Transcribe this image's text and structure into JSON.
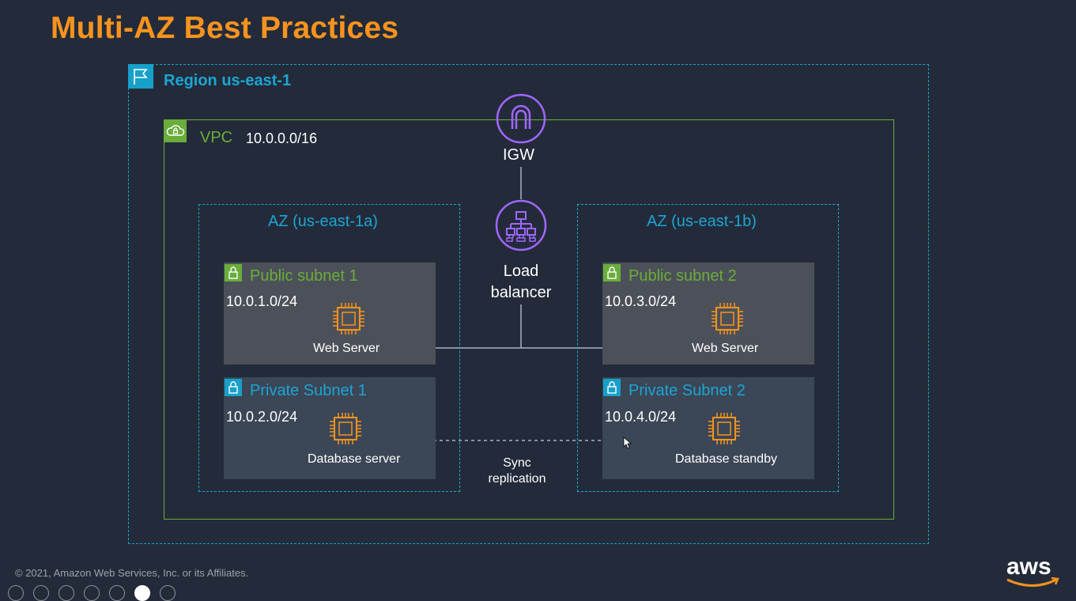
{
  "page": {
    "title": "Multi-AZ Best Practices"
  },
  "region": {
    "label": "Region us-east-1",
    "icon": "flag-icon"
  },
  "vpc": {
    "label": "VPC",
    "cidr": "10.0.0.0/16",
    "icon": "cloud-lock-icon"
  },
  "igw": {
    "label": "IGW",
    "icon": "internet-gateway-icon"
  },
  "load_balancer": {
    "label_line1": "Load",
    "label_line2": "balancer",
    "icon": "load-balancer-icon"
  },
  "az_a": {
    "label": "AZ (us-east-1a)",
    "public_subnet": {
      "title": "Public subnet 1",
      "cidr": "10.0.1.0/24",
      "server": "Web Server"
    },
    "private_subnet": {
      "title": "Private Subnet 1",
      "cidr": "10.0.2.0/24",
      "server": "Database server"
    }
  },
  "az_b": {
    "label": "AZ (us-east-1b)",
    "public_subnet": {
      "title": "Public subnet 2",
      "cidr": "10.0.3.0/24",
      "server": "Web Server"
    },
    "private_subnet": {
      "title": "Private Subnet 2",
      "cidr": "10.0.4.0/24",
      "server": "Database standby"
    }
  },
  "sync": {
    "line1": "Sync",
    "line2": "replication"
  },
  "footer": {
    "copyright": "© 2021, Amazon Web Services, Inc. or its Affiliates."
  },
  "brand": {
    "logo_text": "aws"
  },
  "colors": {
    "background": "#232b3a",
    "title": "#f7931e",
    "region": "#17a0c9",
    "vpc": "#6aad3a",
    "compute": "#f7931e",
    "networking": "#a166ff"
  }
}
